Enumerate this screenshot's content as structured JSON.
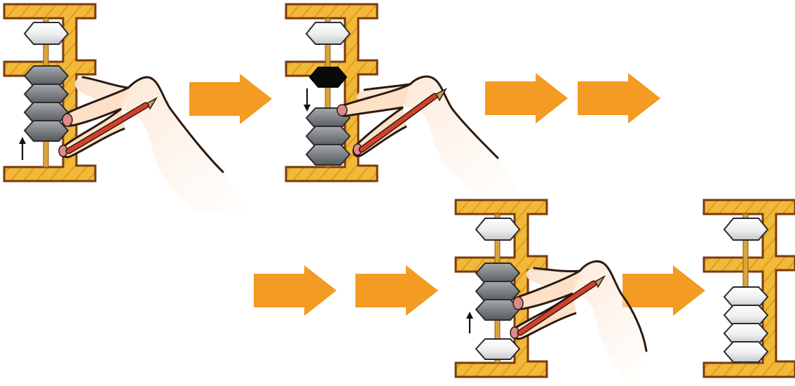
{
  "colors": {
    "frame_fill": "#f0b93a",
    "frame_stroke": "#7a3a0f",
    "frame_hatch": "#e39a1f",
    "rod": "#d9a43a",
    "bead_gray": "#8c8f93",
    "bead_gray_dark": "#5d6064",
    "bead_white": "#f4f4f4",
    "bead_white_shade": "#c9ccd0",
    "bead_black": "#0a0a0a",
    "arrow_fill": "#f39b22",
    "skin": "#fde0c6",
    "skin_outline": "#2b1a10",
    "nail": "#d98b8e",
    "pencil_body": "#d6402a",
    "pencil_tip": "#c2a25a",
    "motion_arrow": "#111111"
  },
  "sequence": [
    {
      "step": 1,
      "top_bead": "white",
      "lower_beads": [
        "gray",
        "gray",
        "gray",
        "gray"
      ],
      "lower_beads_position": "up",
      "hand": "index-pushing-up",
      "motion_arrow": "up"
    },
    {
      "step": 2,
      "top_bead": "white",
      "lower_beads": [
        "black",
        "gray",
        "gray",
        "gray"
      ],
      "lower_beads_position": "split",
      "hand": "index-pushing-down",
      "motion_arrow": "down"
    },
    {
      "step": 3,
      "top_bead": "white",
      "lower_beads": [
        "gray",
        "gray",
        "gray",
        "white"
      ],
      "lower_beads_position": "up",
      "hand": "index-pushing-up",
      "motion_arrow": "up"
    },
    {
      "step": 4,
      "top_bead": "white",
      "lower_beads": [
        "white",
        "white",
        "white",
        "white"
      ],
      "lower_beads_position": "down",
      "hand": "none",
      "motion_arrow": "none"
    }
  ],
  "arrow_icon": "orange-right-arrow"
}
